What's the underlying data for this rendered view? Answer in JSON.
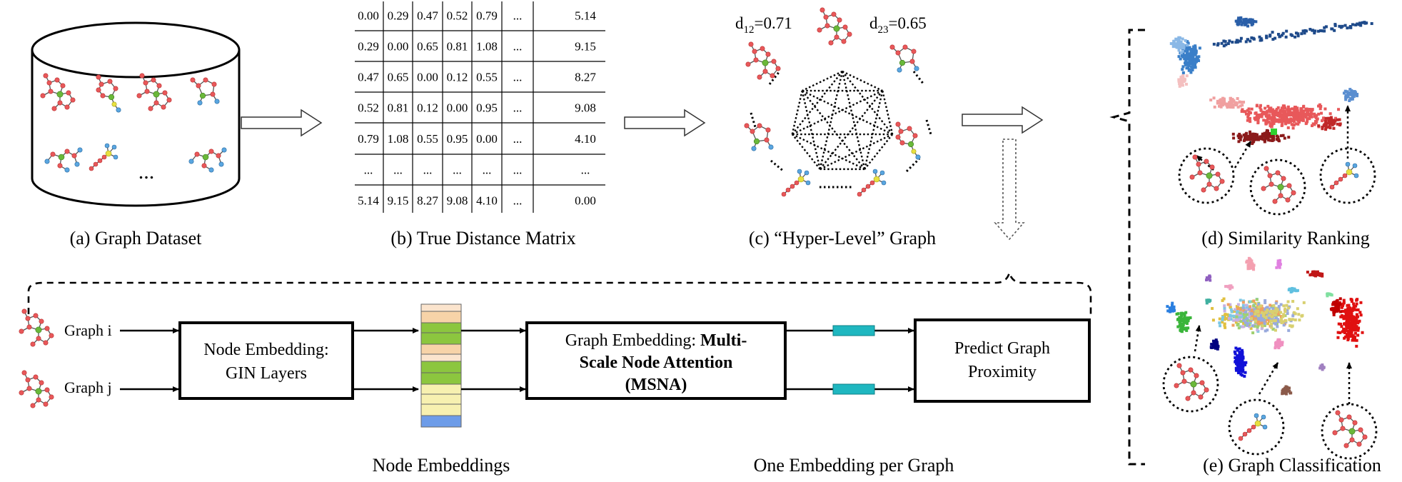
{
  "captions": {
    "a": "(a) Graph Dataset",
    "b": "(b) True Distance Matrix",
    "c": "(c) “Hyper-Level” Graph",
    "d": "(d) Similarity Ranking",
    "e": "(e) Graph Classification"
  },
  "dataset": {
    "ellipsis": "..."
  },
  "matrix": {
    "rows": [
      [
        "0.00",
        "0.29",
        "0.47",
        "0.52",
        "0.79",
        "...",
        "5.14"
      ],
      [
        "0.29",
        "0.00",
        "0.65",
        "0.81",
        "1.08",
        "...",
        "9.15"
      ],
      [
        "0.47",
        "0.65",
        "0.00",
        "0.12",
        "0.55",
        "...",
        "8.27"
      ],
      [
        "0.52",
        "0.81",
        "0.12",
        "0.00",
        "0.95",
        "...",
        "9.08"
      ],
      [
        "0.79",
        "1.08",
        "0.55",
        "0.95",
        "0.00",
        "...",
        "4.10"
      ],
      [
        "...",
        "...",
        "...",
        "...",
        "...",
        "...",
        "..."
      ],
      [
        "5.14",
        "9.15",
        "8.27",
        "9.08",
        "4.10",
        "...",
        "0.00"
      ]
    ]
  },
  "hyper": {
    "d12": {
      "base": "d",
      "sub": "12",
      "value": "=0.71"
    },
    "d23": {
      "base": "d",
      "sub": "23",
      "value": "=0.65"
    }
  },
  "pipeline": {
    "graph_i": "Graph i",
    "graph_j": "Graph j",
    "node_box": [
      "Node Embedding:",
      "GIN Layers"
    ],
    "msna_box": {
      "line1_plain": "Graph Embedding: ",
      "line1_bold": "Multi-",
      "line2": "Scale Node Attention",
      "line3": "(MSNA)"
    },
    "predict_box": [
      "Predict Graph",
      "Proximity"
    ],
    "node_embeddings_label": "Node Embeddings",
    "one_embedding_label": "One Embedding per Graph"
  },
  "colors": {
    "atom_red": "#e8585a",
    "atom_blue": "#5aa6e0",
    "atom_green": "#6ab83a",
    "atom_yellow": "#e8e040",
    "emb_green": "#8cc63f",
    "emb_peach": "#f7d3a8",
    "emb_yellow": "#f7f0b0",
    "emb_blue": "#6d9ce8",
    "graph_emb": "#1fb7c0",
    "dark_red": "#8b1a1a",
    "navy": "#1e4a8a"
  }
}
